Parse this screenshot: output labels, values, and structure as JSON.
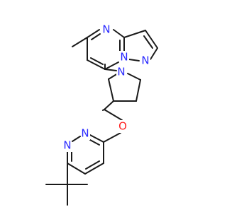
{
  "molecule": {
    "atoms": [
      {
        "id": "N_pyr1",
        "element": "N",
        "color": "#2b2bff"
      },
      {
        "id": "N_pyr2",
        "element": "N",
        "color": "#2b2bff"
      },
      {
        "id": "N_pyr3",
        "element": "N",
        "color": "#2b2bff"
      },
      {
        "id": "N_pyrrolidine",
        "element": "N",
        "color": "#2b2bff"
      },
      {
        "id": "O_ether",
        "element": "O",
        "color": "#ff2020"
      },
      {
        "id": "N_pyridazine1",
        "element": "N",
        "color": "#2b2bff"
      },
      {
        "id": "N_pyridazine2",
        "element": "N",
        "color": "#2b2bff"
      }
    ],
    "colors": {
      "bond": "#1a1a1a",
      "nitrogen": "#2b2bff",
      "oxygen": "#ff2020",
      "background": "#ffffff"
    }
  }
}
